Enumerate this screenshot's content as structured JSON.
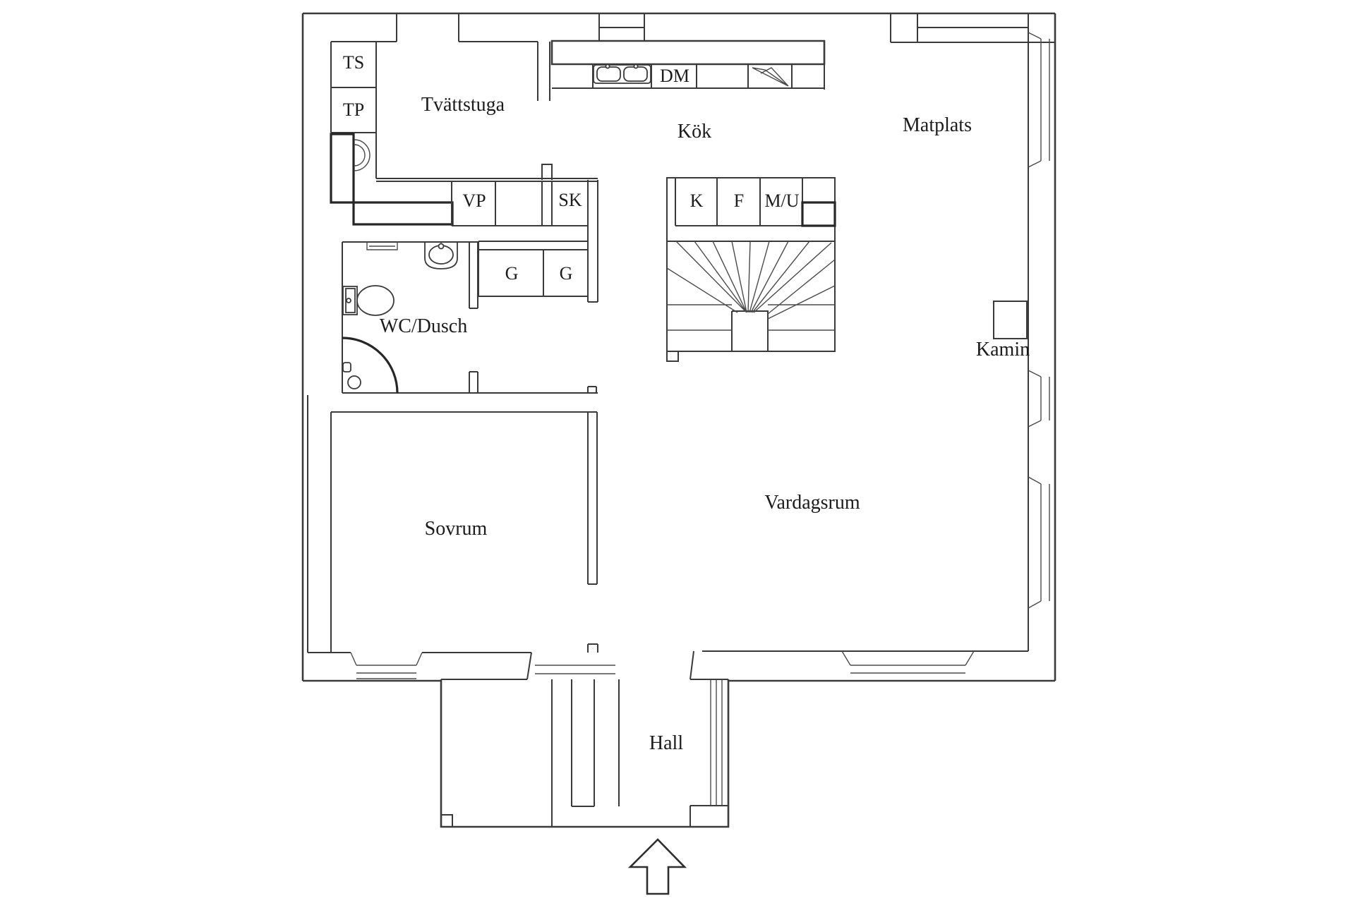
{
  "title": "Floor plan",
  "colors": {
    "line": "#3a3a3a",
    "background": "#ffffff",
    "text": "#1c1c1c"
  },
  "labels": {
    "rooms": {
      "tvattstuga": "Tvättstuga",
      "kok": "Kök",
      "matplats": "Matplats",
      "wc_dusch": "WC/Dusch",
      "sovrum": "Sovrum",
      "vardagsrum": "Vardagsrum",
      "hall": "Hall"
    },
    "features": {
      "ts": "TS",
      "tp": "TP",
      "vp": "VP",
      "sk": "SK",
      "g_left": "G",
      "g_right": "G",
      "k": "K",
      "f": "F",
      "mu": "M/U",
      "dm": "DM",
      "kamin": "Kamin"
    }
  }
}
